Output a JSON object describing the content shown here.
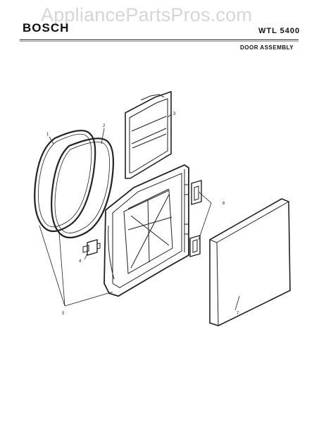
{
  "header": {
    "watermark": "AppliancePartsPros.com",
    "brand": "BOSCH",
    "model": "WTL 5400",
    "section_title": "DOOR ASSEMBLY"
  },
  "callouts": {
    "gasket_1": "1",
    "gasket_2": "2",
    "lint_filter": "3",
    "latch": "4",
    "frame": "5",
    "hinge": "6",
    "door_panel": "7"
  },
  "colors": {
    "line": "#222222",
    "watermark": "#d6d6d6"
  }
}
